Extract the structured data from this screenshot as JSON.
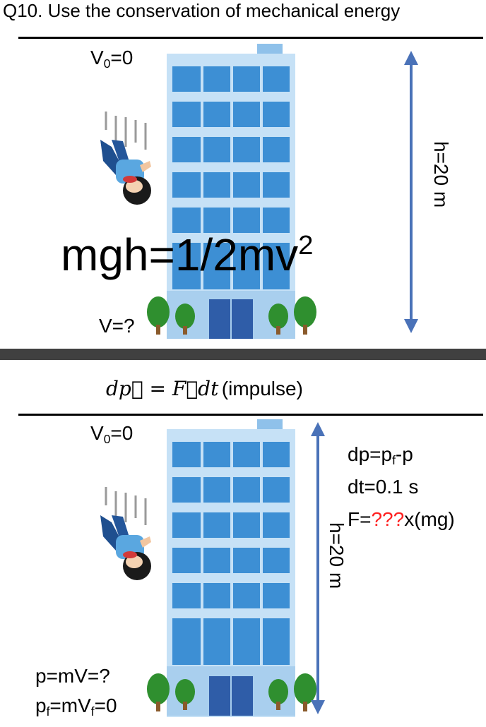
{
  "top": {
    "title": "Q10. Use the conservation of mechanical energy",
    "v0": "V",
    "v0_sub": "0",
    "v0_rest": "=0",
    "vfinal": "V=?",
    "height": "h=20 m",
    "equation_main": "mgh=1/2mv",
    "equation_sup": "2"
  },
  "bottom": {
    "equation_math": "dp⃗ = F⃗dt",
    "equation_note": "(impulse)",
    "v0": "V",
    "v0_sub": "0",
    "v0_rest": "=0",
    "height": "h=20 m",
    "dp_a": "dp=p",
    "dp_sub": "f",
    "dp_b": "-p",
    "dt": "dt=0.1 s",
    "f_a": "F=",
    "f_q": "???",
    "f_b": "x(mg)",
    "p_line": "p=mV=?",
    "pf_a": "p",
    "pf_sub1": "f",
    "pf_b": "=mV",
    "pf_sub2": "f",
    "pf_c": "=0"
  },
  "colors": {
    "arrow": "#4a72b8",
    "divider": "#404040",
    "question_marks": "#ff2020",
    "building_glass": "#3d8fd4",
    "building_frame": "#b9d9f3",
    "tree": "#2f8f2f"
  },
  "icons": [
    "building-icon",
    "falling-person-icon",
    "tree-icon",
    "double-arrow-icon"
  ]
}
